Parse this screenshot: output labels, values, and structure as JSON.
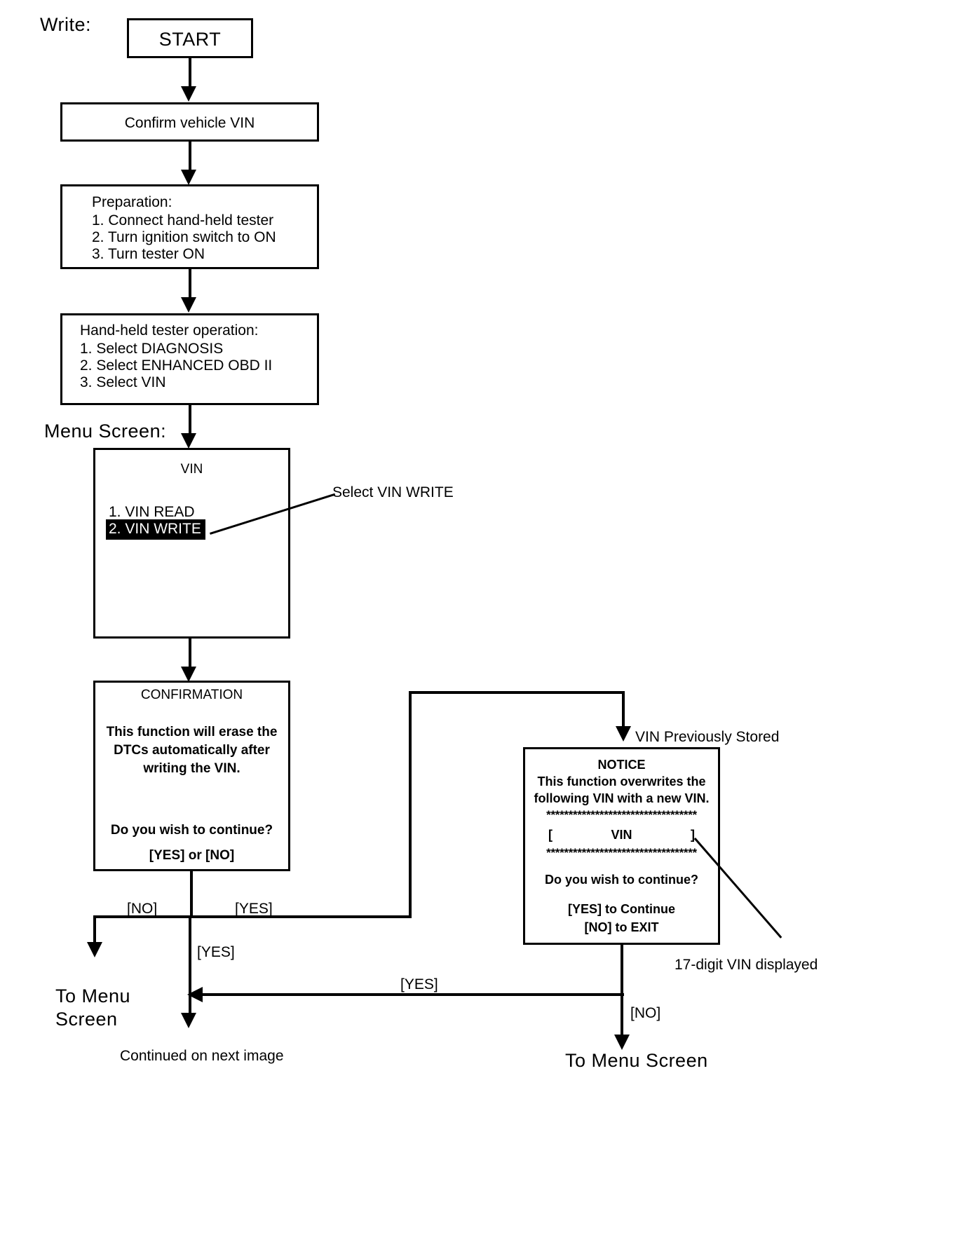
{
  "page": {
    "section_label": "Write:",
    "menu_screen_label": "Menu Screen:"
  },
  "nodes": {
    "start": {
      "title": "START"
    },
    "confirm_vin": {
      "text": "Confirm vehicle VIN"
    },
    "preparation": {
      "heading": "Preparation:",
      "steps": [
        "1. Connect hand-held tester",
        "2. Turn ignition switch to ON",
        "3. Turn tester ON"
      ]
    },
    "tester_operation": {
      "heading": "Hand-held tester operation:",
      "steps": [
        "1. Select DIAGNOSIS",
        "2. Select ENHANCED OBD II",
        "3. Select VIN"
      ]
    },
    "vin_menu": {
      "title": "VIN",
      "items": [
        "1. VIN READ",
        "2. VIN WRITE"
      ],
      "selected_index": 1
    },
    "confirmation": {
      "title": "CONFIRMATION",
      "body_lines": [
        "This function will erase the",
        "DTCs automatically after",
        "writing the VIN."
      ],
      "question": "Do you wish to continue?",
      "options": "[YES] or [NO]"
    },
    "notice": {
      "title": "NOTICE",
      "body_lines": [
        "This function overwrites the",
        "following VIN with a new VIN."
      ],
      "star_rule": "**********************************",
      "vin_field_left": "[",
      "vin_field_label": "VIN",
      "vin_field_right": "]",
      "question": "Do you wish to continue?",
      "options": [
        "[YES] to Continue",
        "[NO] to EXIT"
      ]
    }
  },
  "annotations": {
    "select_vin_write": "Select VIN WRITE",
    "vin_previously_stored": "VIN Previously Stored",
    "seventeen_digit_vin": "17-digit VIN displayed"
  },
  "edges": {
    "no_left": "[NO]",
    "yes_right": "[YES]",
    "yes_down": "[YES]",
    "yes_return": "[YES]",
    "no_exit": "[NO]"
  },
  "terminals": {
    "to_menu_screen_left_line1": "To Menu",
    "to_menu_screen_left_line2": "Screen",
    "continued": "Continued on next image",
    "to_menu_screen_right": "To Menu Screen"
  },
  "colors": {
    "ink": "#000000",
    "paper": "#ffffff"
  }
}
